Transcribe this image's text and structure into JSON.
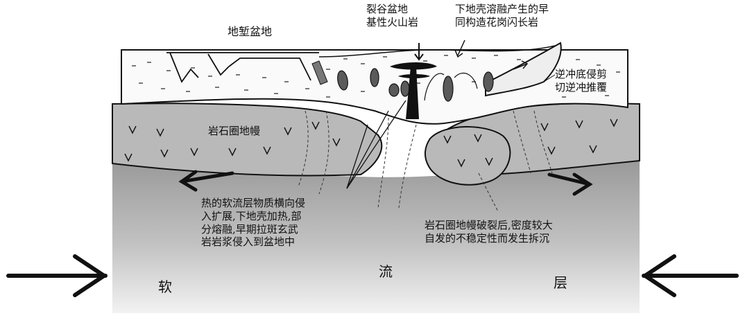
{
  "labels": {
    "graben_basin": "地堑盆地",
    "rift_basin_volcanics": "裂谷盆地\n基性火山岩",
    "lower_crust_granite": "下地壳溶融产生的早\n同构造花岗闪长岩",
    "shear_thrust": "逆冲底侵剪\n切逆冲推覆",
    "lithosphere_mantle": "岩石圈地幔",
    "asthenosphere_intrusion": "热的软流层物质横向侵\n入扩展,下地壳加热,部\n分熔融,早期拉斑玄武\n岩岩浆侵入到盆地中",
    "lithosphere_rupture": "岩石圈地幔破裂后,密度较大\n自发的不稳定性而发生拆沉",
    "soft": "软",
    "flow": "流",
    "layer": "层"
  },
  "colors": {
    "crust": "#fafafa",
    "lithosphere": "#b9b9b9",
    "asthenosphere_top": "#9a9a9a",
    "asthenosphere_bottom": "#eeeeee",
    "ink": "#111111"
  }
}
